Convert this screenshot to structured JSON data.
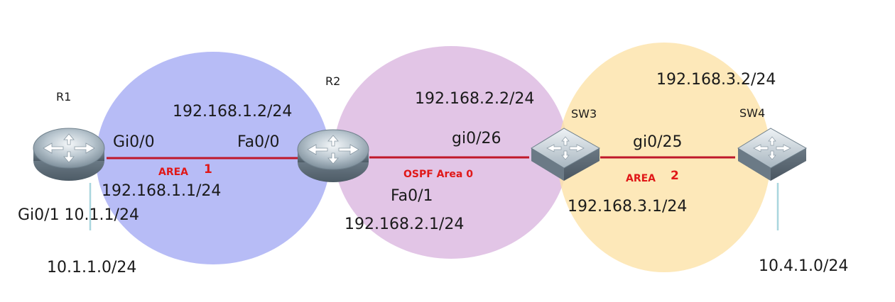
{
  "colors": {
    "area1_fill": "#aab0f5",
    "area0_fill": "#d8b2dd",
    "area2_fill": "#fde2a8",
    "link_color": "#c0182a",
    "lan_color": "#a9d6de",
    "area_label_color": "#e01818"
  },
  "devices": {
    "r1": {
      "name": "R1",
      "icon": "router-icon"
    },
    "r2": {
      "name": "R2",
      "icon": "router-icon"
    },
    "sw3": {
      "name": "SW3",
      "icon": "layer3-switch-icon"
    },
    "sw4": {
      "name": "SW4",
      "icon": "layer3-switch-icon"
    }
  },
  "areas": {
    "area1": {
      "label": "AREA",
      "number": "1"
    },
    "area0": {
      "label": "OSPF Area 0"
    },
    "area2": {
      "label": "AREA",
      "number": "2"
    }
  },
  "labels": {
    "r1_gi00": "Gi0/0",
    "r1_gi00_ip": "192.168.1.1/24",
    "r1_gi01": "Gi0/1 10.1.1/24",
    "r1_lan": "10.1.1.0/24",
    "r2_fa00": "Fa0/0",
    "r2_fa00_ip": "192.168.1.2/24",
    "r2_fa01": "Fa0/1",
    "r2_fa01_ip": "192.168.2.1/24",
    "sw3_gi026": "gi0/26",
    "sw3_gi026_ip": "192.168.2.2/24",
    "sw3_gi025": "gi0/25",
    "sw3_gi025_ip": "192.168.3.1/24",
    "sw4_ip": "192.168.3.2/24",
    "sw4_lan": "10.4.1.0/24"
  }
}
